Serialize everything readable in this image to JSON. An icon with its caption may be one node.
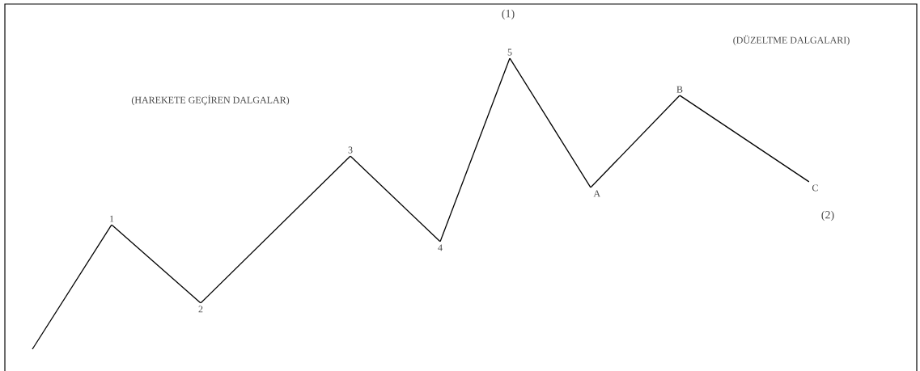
{
  "diagram": {
    "nodes": [
      {
        "text": [
          "1"
        ]
      },
      {
        "text": [
          "2"
        ]
      },
      {
        "text": [
          "3"
        ]
      },
      {
        "text": [
          "4"
        ]
      },
      {
        "text": [
          "5"
        ]
      },
      {
        "text": [
          "A"
        ]
      },
      {
        "text": [
          "B"
        ]
      },
      {
        "text": [
          "C"
        ]
      }
    ],
    "edges": [
      {
        "from": null,
        "to": 0,
        "arrow": "none"
      },
      {
        "from": 0,
        "to": 1,
        "arrow": "none"
      },
      {
        "from": 1,
        "to": 2,
        "arrow": "none"
      },
      {
        "from": 2,
        "to": 3,
        "arrow": "none"
      },
      {
        "from": 3,
        "to": 4,
        "arrow": "none"
      },
      {
        "from": 4,
        "to": 5,
        "arrow": "none"
      },
      {
        "from": 5,
        "to": 6,
        "arrow": "none"
      },
      {
        "from": 6,
        "to": 7,
        "arrow": "none"
      }
    ],
    "labels": [
      "(1)",
      "(DÜZELTME DALGALARI)",
      "(HAREKETE GEÇİREN DALGALAR)",
      "(2)"
    ]
  }
}
